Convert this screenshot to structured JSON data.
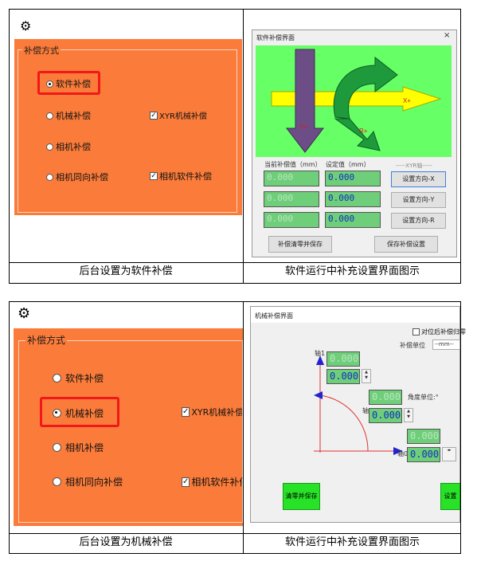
{
  "table1": {
    "caption_left": "后台设置为软件补偿",
    "caption_right": "软件运行中补充设置界面图示",
    "panel": {
      "group_title": "补偿方式",
      "radios": [
        {
          "label": "软件补偿",
          "selected": true
        },
        {
          "label": "机械补偿",
          "selected": false
        },
        {
          "label": "相机补偿",
          "selected": false
        },
        {
          "label": "相机同向补偿",
          "selected": false
        }
      ],
      "checkboxes": [
        {
          "label": "XYR机械补偿",
          "checked": true
        },
        {
          "label": "相机软件补偿",
          "checked": true
        }
      ]
    },
    "dialog": {
      "title": "软件补偿界面",
      "close": "×",
      "arrow_labels": {
        "x": "X+",
        "y": "Y+",
        "r": "R+"
      },
      "current_label": "当前补偿值（mm）",
      "set_label": "设定值（mm）",
      "group_label": "-----XYR轴-----",
      "current_values": [
        "0.000",
        "0.000",
        "0.000"
      ],
      "set_values": [
        "0.000",
        "0.000",
        "0.000"
      ],
      "dir_buttons": [
        "设置方向-X",
        "设置方向-Y",
        "设置方向-R"
      ],
      "clear_button": "补偿清零并保存",
      "save_button": "保存补偿设置"
    }
  },
  "table2": {
    "caption_left": "后台设置为机械补偿",
    "caption_right": "软件运行中补充设置界面图示",
    "panel": {
      "group_title": "补偿方式",
      "radios": [
        {
          "label": "软件补偿",
          "selected": false
        },
        {
          "label": "机械补偿",
          "selected": true
        },
        {
          "label": "相机补偿",
          "selected": false
        },
        {
          "label": "相机同向补偿",
          "selected": false
        }
      ],
      "checkboxes": [
        {
          "label": "XYR机械补偿",
          "checked": true
        },
        {
          "label": "相机软件补偿",
          "checked": true
        }
      ]
    },
    "dialog": {
      "title": "机械补偿界面",
      "checkbox_label": "对位后补偿归零",
      "unit_label": "补偿单位",
      "unit_value": "--mm--",
      "axis1": "轴1",
      "axis2": "轴",
      "axis0": "轴0",
      "angle_unit": "角度单位:°",
      "axis1_values": [
        "0.000",
        "0.000"
      ],
      "axis2_values": [
        "0.000",
        "0.000"
      ],
      "axis0_values": [
        "0.000",
        "0.000"
      ],
      "clear_button": "清零并保存",
      "set_button": "设置并"
    }
  },
  "colors": {
    "orange": "#fb7c3a",
    "green_canvas": "#66ff66",
    "lcd": "#6fce7a",
    "highlight": "#f01818"
  }
}
